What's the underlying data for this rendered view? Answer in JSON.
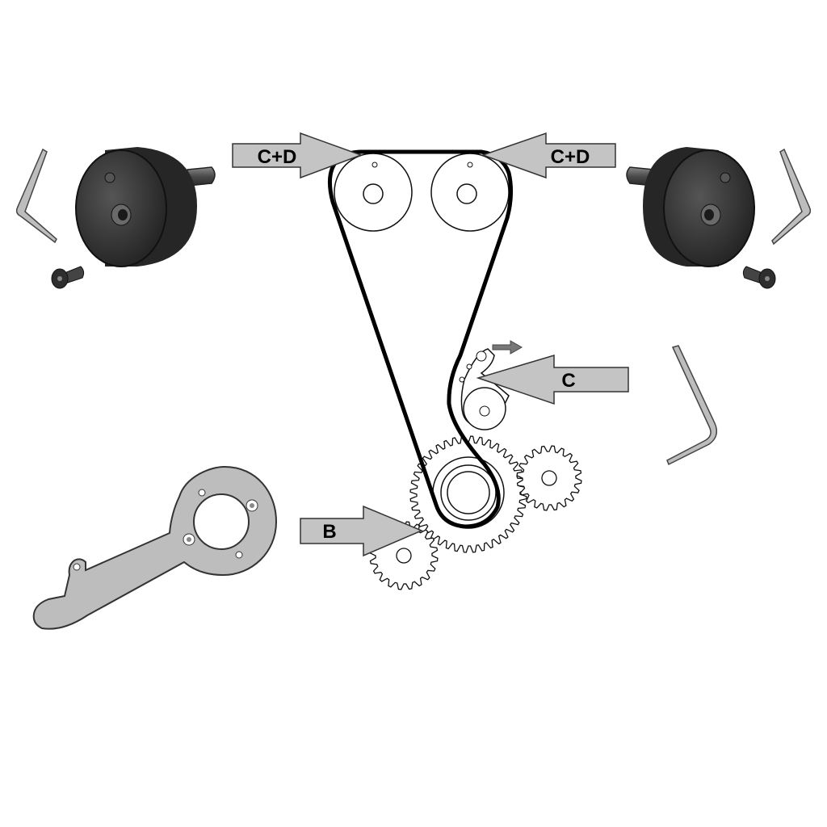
{
  "labels": {
    "cam_left": "C+D",
    "cam_right": "C+D",
    "tensioner": "C",
    "crank": "B"
  },
  "colors": {
    "arrow_fill": "#c4c4c4",
    "tool_gray": "#bdbdbd",
    "dark_tool": "#2e2e2e",
    "belt": "#000000",
    "pulley_fill": "#ffffff",
    "hint_arrow": "#777777"
  },
  "icons": {
    "cam_locking_tool": "cylinder-disc-pin",
    "allen_key": "hex-key",
    "bolt": "socket-bolt",
    "holding_wrench": "pulley-holding-wrench"
  }
}
